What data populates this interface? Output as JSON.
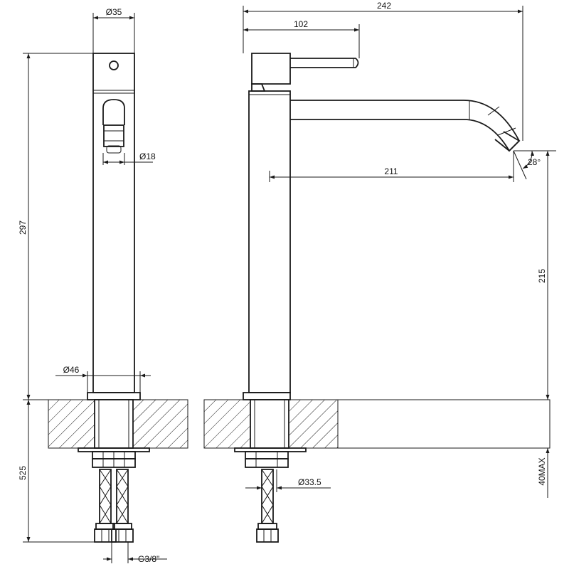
{
  "drawing": {
    "front_view": {
      "top_diameter": "Ø35",
      "aerator_diameter": "Ø18",
      "base_diameter": "Ø46",
      "overall_height": "297",
      "below_counter_length": "525",
      "connection_thread": "G3/8\""
    },
    "side_view": {
      "overall_width": "242",
      "handle_length": "102",
      "spout_reach": "211",
      "spout_angle": "28°",
      "spout_clearance_height": "215",
      "max_counter_thickness": "40MAX",
      "fixing_nut_diameter": "Ø33.5"
    }
  }
}
